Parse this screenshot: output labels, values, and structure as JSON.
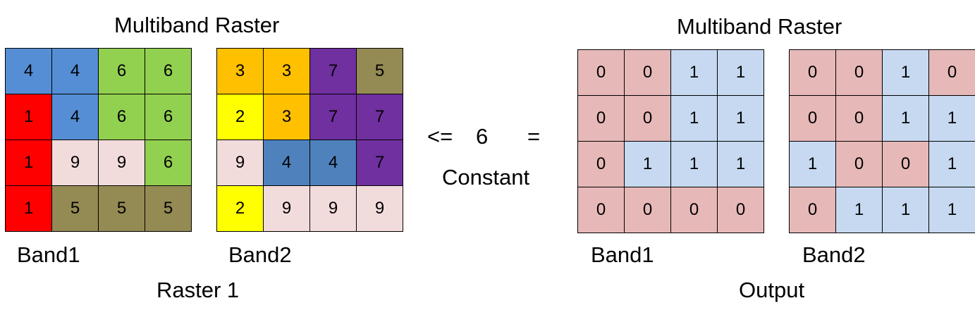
{
  "colors": {
    "blue": "#558ed5",
    "green": "#92d050",
    "red": "#ff0000",
    "olive": "#948a54",
    "pale_pink": "#f2dcdb",
    "orange": "#ffc000",
    "purple": "#7030a0",
    "yellow": "#ffff00",
    "steel_blue": "#4f81bd",
    "out_pink": "#e6b9b8",
    "out_blue": "#c6d9f1"
  },
  "input": {
    "title": "Multiband Raster",
    "caption": "Raster 1",
    "bands": [
      {
        "label": "Band1",
        "values": [
          [
            4,
            4,
            6,
            6
          ],
          [
            1,
            4,
            6,
            6
          ],
          [
            1,
            9,
            9,
            6
          ],
          [
            1,
            5,
            5,
            5
          ]
        ],
        "cell_colors": [
          [
            "blue",
            "blue",
            "green",
            "green"
          ],
          [
            "red",
            "blue",
            "green",
            "green"
          ],
          [
            "red",
            "pale_pink",
            "pale_pink",
            "green"
          ],
          [
            "red",
            "olive",
            "olive",
            "olive"
          ]
        ]
      },
      {
        "label": "Band2",
        "values": [
          [
            3,
            3,
            7,
            5
          ],
          [
            2,
            3,
            7,
            7
          ],
          [
            9,
            4,
            4,
            7
          ],
          [
            2,
            9,
            9,
            9
          ]
        ],
        "cell_colors": [
          [
            "orange",
            "orange",
            "purple",
            "olive"
          ],
          [
            "yellow",
            "orange",
            "purple",
            "purple"
          ],
          [
            "pale_pink",
            "steel_blue",
            "steel_blue",
            "purple"
          ],
          [
            "yellow",
            "pale_pink",
            "pale_pink",
            "pale_pink"
          ]
        ]
      }
    ]
  },
  "operation": {
    "operator": "<=",
    "value": "6",
    "equals": "=",
    "label": "Constant"
  },
  "output": {
    "title": "Multiband Raster",
    "caption": "Output",
    "bands": [
      {
        "label": "Band1",
        "values": [
          [
            0,
            0,
            1,
            1
          ],
          [
            0,
            0,
            1,
            1
          ],
          [
            0,
            1,
            1,
            1
          ],
          [
            0,
            0,
            0,
            0
          ]
        ]
      },
      {
        "label": "Band2",
        "values": [
          [
            0,
            0,
            1,
            0
          ],
          [
            0,
            0,
            1,
            1
          ],
          [
            1,
            0,
            0,
            1
          ],
          [
            0,
            1,
            1,
            1
          ]
        ]
      }
    ]
  }
}
